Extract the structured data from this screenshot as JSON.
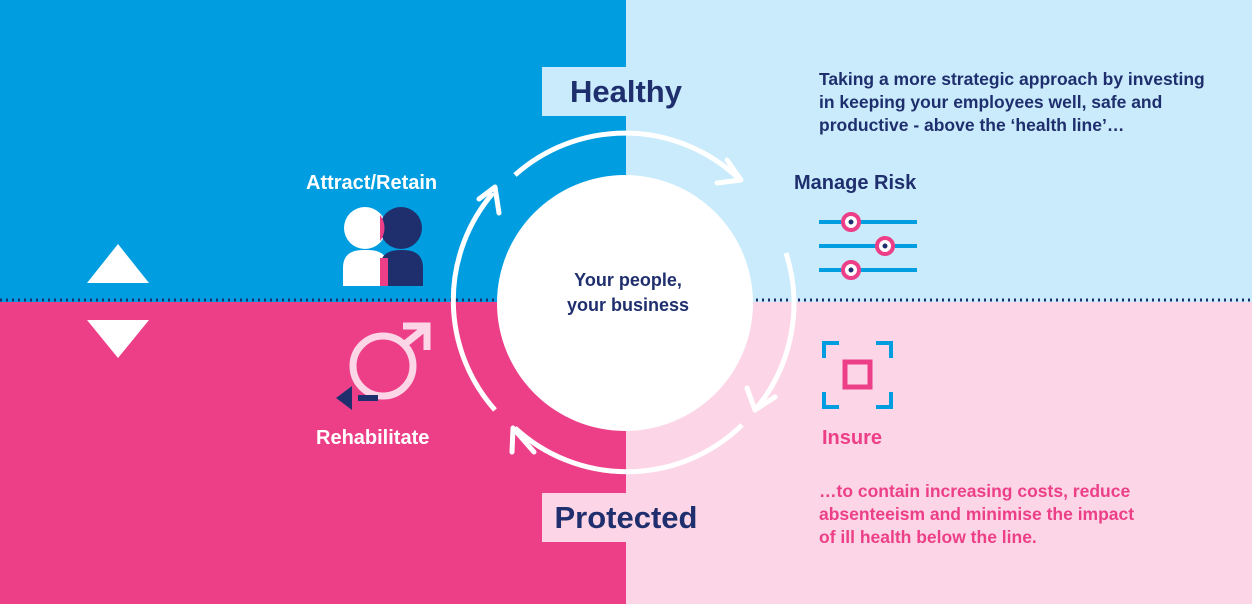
{
  "diagram": {
    "top_label": "Healthy",
    "bottom_label": "Protected",
    "center_text": [
      "Your people,",
      "your business"
    ],
    "top_blurb": [
      "Taking a more strategic approach by investing",
      "in keeping your employees well, safe and",
      "productive - above the ‘health line’…"
    ],
    "bottom_blurb": [
      "…to contain increasing costs, reduce",
      "absenteeism and minimise the impact",
      "of ill health below the line."
    ],
    "quadrants": {
      "attract": {
        "label": "Attract/Retain",
        "icon": "people-pair-icon"
      },
      "risk": {
        "label": "Manage Risk",
        "icon": "sliders-icon"
      },
      "rehab": {
        "label": "Rehabilitate",
        "icon": "cycle-arrows-icon"
      },
      "insure": {
        "label": "Insure",
        "icon": "focus-square-icon"
      }
    },
    "colors": {
      "blue": "#009ee0",
      "light_blue": "#c9ebfb",
      "pink": "#ec3f88",
      "light_pink": "#fcd6e6",
      "navy": "#1f2f6e",
      "white": "#ffffff"
    }
  }
}
